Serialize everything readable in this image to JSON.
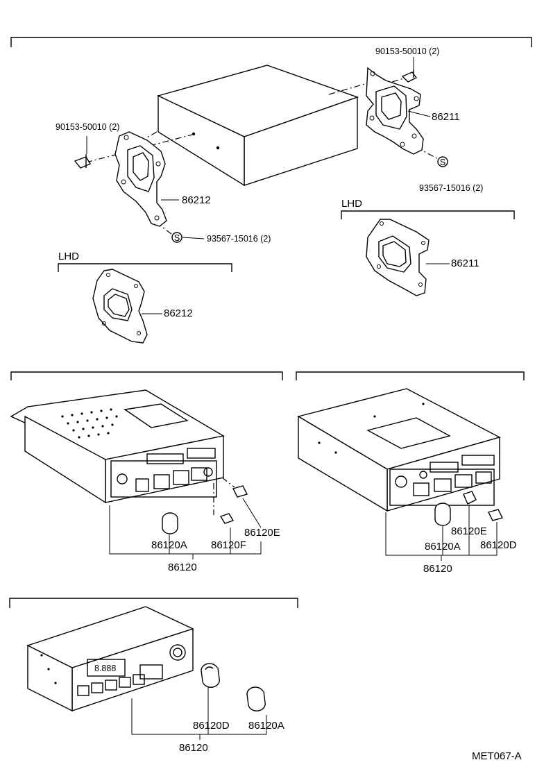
{
  "diagram": {
    "top_section": {
      "part_labels": {
        "bolt_right": "90153-50010 (2)",
        "bolt_left": "90153-50010 (2)",
        "bracket_right": "86211",
        "bracket_left": "86212",
        "screw_right": "93567-15016 (2)",
        "screw_left": "93567-15016 (2)",
        "screw_symbol": "S"
      },
      "lhd_right": {
        "heading": "LHD",
        "part": "86211"
      },
      "lhd_left": {
        "heading": "LHD",
        "part": "86212"
      }
    },
    "middle_left": {
      "parts": [
        "86120A",
        "86120F",
        "86120E"
      ],
      "assembly": "86120"
    },
    "middle_right": {
      "parts": [
        "86120A",
        "86120E",
        "86120D"
      ],
      "assembly": "86120"
    },
    "bottom": {
      "parts": [
        "86120D",
        "86120A"
      ],
      "assembly": "86120",
      "display_text": "8.888"
    },
    "figure_code": "MET067-A"
  }
}
